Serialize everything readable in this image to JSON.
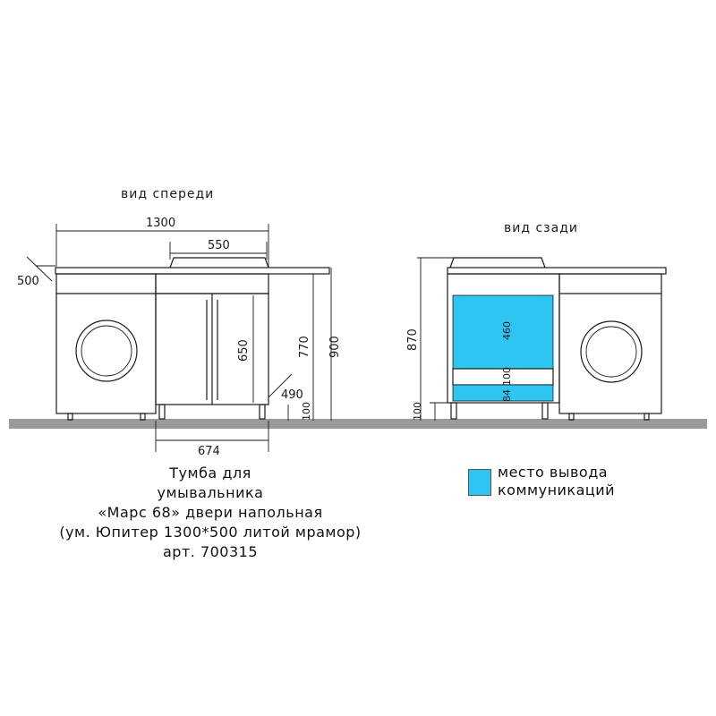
{
  "views": {
    "front_label": "вид спереди",
    "rear_label": "вид сзади"
  },
  "front": {
    "dim_total_width": "1300",
    "dim_sink_width": "550",
    "dim_depth": "500",
    "dim_door_height": "650",
    "dim_cabinet_height": "770",
    "dim_total_height": "900",
    "dim_cabinet_depth": "490",
    "dim_leg_height": "100",
    "dim_cabinet_width": "674"
  },
  "rear": {
    "dim_height": "870",
    "dim_leg_height": "100",
    "dim_zone_main": "460",
    "dim_zone_small_a": "84",
    "dim_zone_small_b": "100"
  },
  "caption": {
    "line1": "Тумба для",
    "line2": "умывальника",
    "line3": "«Марс 68» двери напольная",
    "line4": "(ум. Юпитер 1300*500 литой мрамор)",
    "line5": "арт. 700315"
  },
  "legend": {
    "line1": "место вывода",
    "line2": "коммуникаций"
  },
  "colors": {
    "utility_zone": "#2ec6f0",
    "floor": "#9a9a9a",
    "line": "#1a1a1a"
  }
}
